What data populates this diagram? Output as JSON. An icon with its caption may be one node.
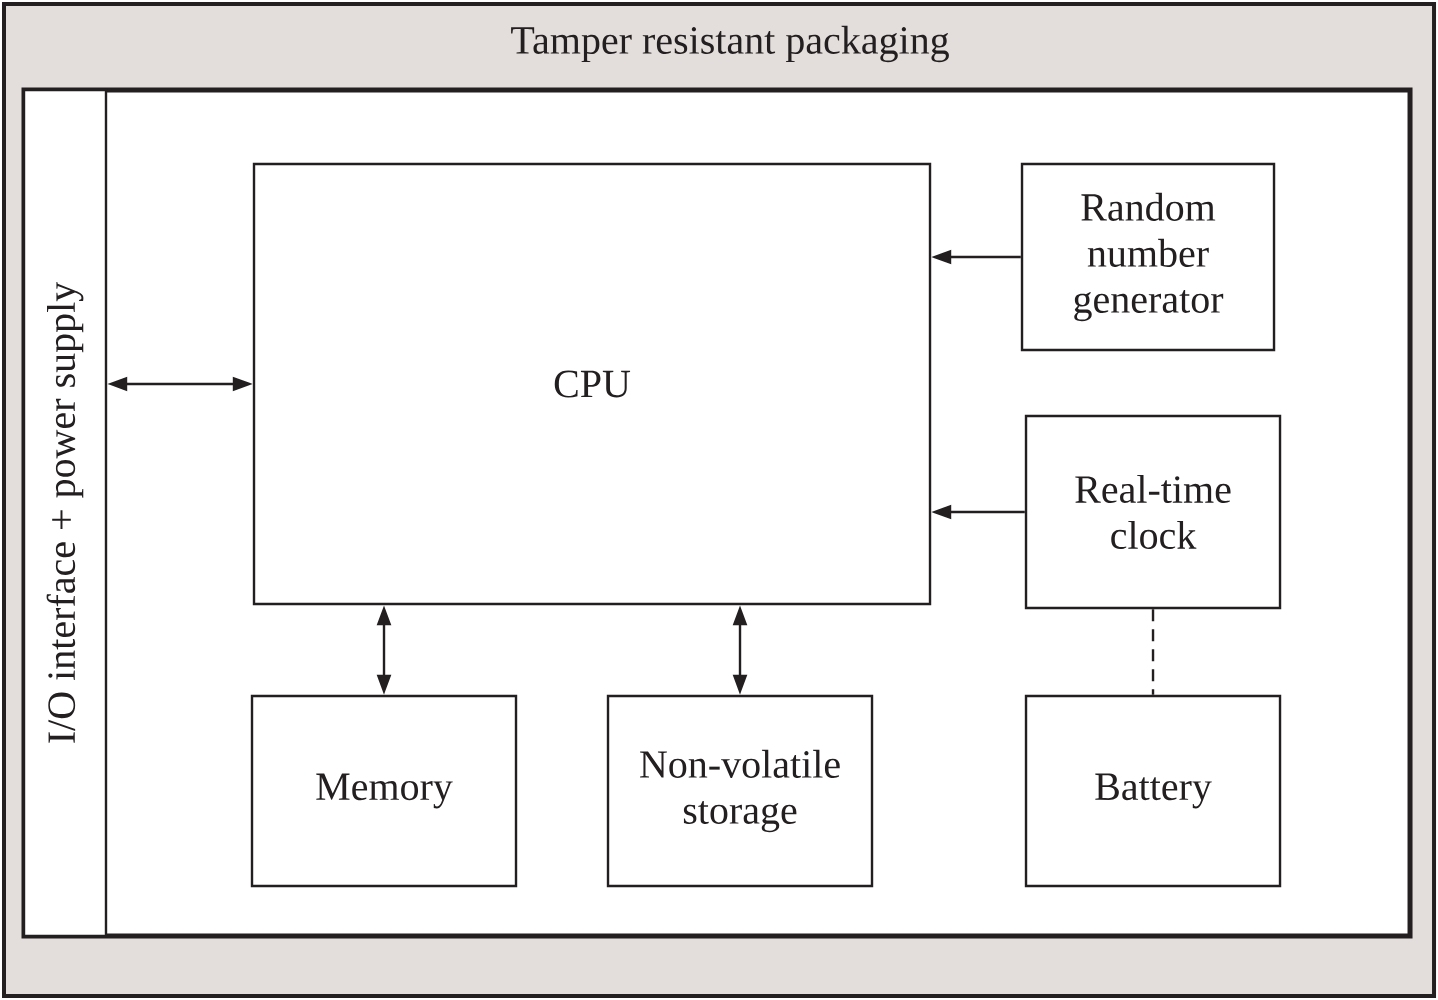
{
  "diagram": {
    "nodes": [
      {
        "text": [
          "Tamper resistant packaging"
        ]
      },
      {
        "text": [
          "I/O interface + power supply"
        ],
        "in": 0
      },
      {
        "text": [
          "CPU"
        ],
        "in": 0
      },
      {
        "text": [
          "Random number generator"
        ],
        "in": 0
      },
      {
        "text": [
          "Real-time clock"
        ],
        "in": 0
      },
      {
        "text": [
          "Memory"
        ],
        "in": 0
      },
      {
        "text": [
          "Non-volatile storage"
        ],
        "in": 0
      },
      {
        "text": [
          "Battery"
        ],
        "in": 0
      }
    ],
    "edges": [
      {
        "from": 1,
        "to": 2,
        "arrow": "both"
      },
      {
        "from": 3,
        "to": 2,
        "arrow": "to"
      },
      {
        "from": 4,
        "to": 2,
        "arrow": "to"
      },
      {
        "from": 2,
        "to": 5,
        "arrow": "both"
      },
      {
        "from": 2,
        "to": 6,
        "arrow": "both"
      },
      {
        "from": 4,
        "to": 7,
        "arrow": "none",
        "style": "dashed"
      }
    ]
  }
}
